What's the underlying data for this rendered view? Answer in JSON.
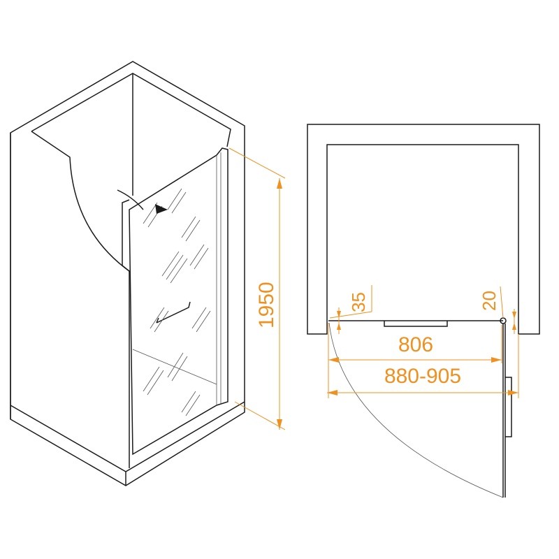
{
  "title": "Shower door dimensions diagram",
  "colors": {
    "dimension": "#f0901e",
    "outline": "#1a1a1a"
  },
  "dimensions": {
    "height": "1950",
    "door_width": "806",
    "opening_range": "880-905",
    "left_profile": "35",
    "right_profile": "20"
  }
}
